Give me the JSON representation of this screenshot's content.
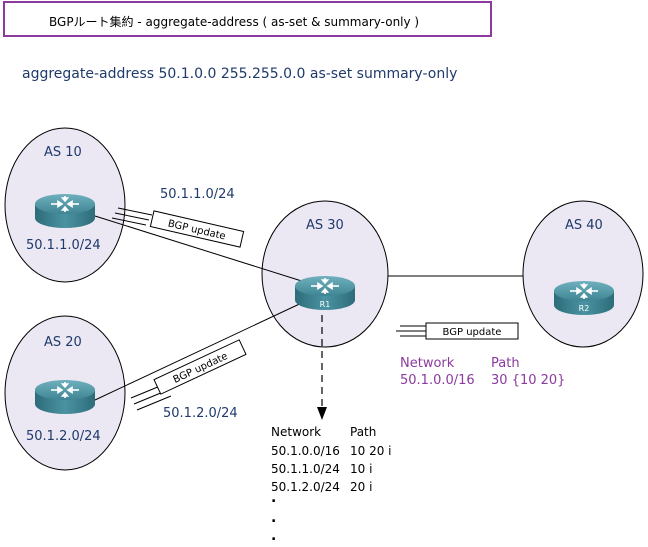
{
  "title": "BGPルート集約 - aggregate-address ( as-set & summary-only )",
  "command": "aggregate-address 50.1.0.0 255.255.0.0 as-set summary-only",
  "as_nodes": {
    "as10": {
      "label": "AS 10",
      "network": "50.1.1.0/24"
    },
    "as20": {
      "label": "AS 20",
      "network": "50.1.2.0/24"
    },
    "as30": {
      "label": "AS 30",
      "router": "R1"
    },
    "as40": {
      "label": "AS 40",
      "router": "R2"
    }
  },
  "updates": {
    "from_as10": {
      "prefix": "50.1.1.0/24",
      "label": "BGP update"
    },
    "from_as20": {
      "prefix": "50.1.2.0/24",
      "label": "BGP update"
    },
    "to_as40": {
      "label": "BGP update"
    }
  },
  "advertised": {
    "header_network": "Network",
    "header_path": "Path",
    "network": "50.1.0.0/16",
    "path": "30 {10 20}"
  },
  "bgp_table": {
    "header_network": "Network",
    "header_path": "Path",
    "rows": [
      {
        "network": "50.1.0.0/16",
        "path": "10 20 i"
      },
      {
        "network": "50.1.1.0/24",
        "path": "10 i"
      },
      {
        "network": "50.1.2.0/24",
        "path": "20 i"
      }
    ],
    "ellipsis": "."
  },
  "colors": {
    "title_border": "#8b3a9e",
    "command_text": "#1f3a6b",
    "as_text": "#1f3a6b",
    "advertised_text": "#8b3a9e",
    "router_body": "#3d7f8c"
  }
}
